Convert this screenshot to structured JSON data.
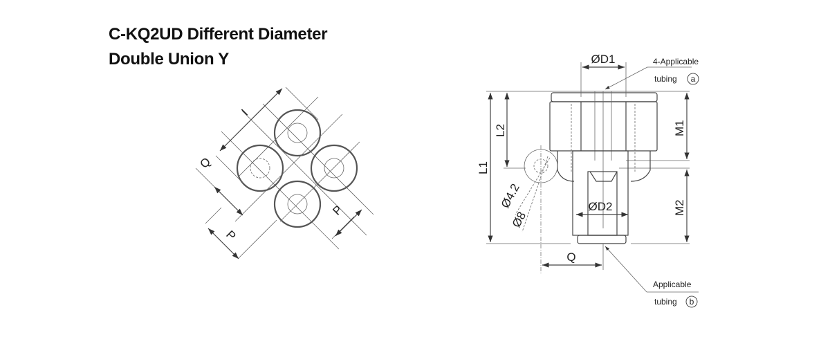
{
  "title": {
    "line1": "C-KQ2UD Different Diameter",
    "line2": "Double Union Y"
  },
  "left_view": {
    "dim_I": "I",
    "dim_Q": "Q",
    "dim_P_left": "P",
    "dim_P_right": "P"
  },
  "right_view": {
    "dim_D1": "ØD1",
    "dim_D2": "ØD2",
    "dim_L1": "L1",
    "dim_L2": "L2",
    "dim_M1": "M1",
    "dim_M2": "M2",
    "dim_Q": "Q",
    "dim_hole_small": "Ø4.2",
    "dim_hole_large": "Ø8",
    "callout_a_line1": "4-Applicable",
    "callout_a_line2": "tubing",
    "callout_a_mark": "a",
    "callout_b_line1": "Applicable",
    "callout_b_line2": "tubing",
    "callout_b_mark": "b"
  }
}
